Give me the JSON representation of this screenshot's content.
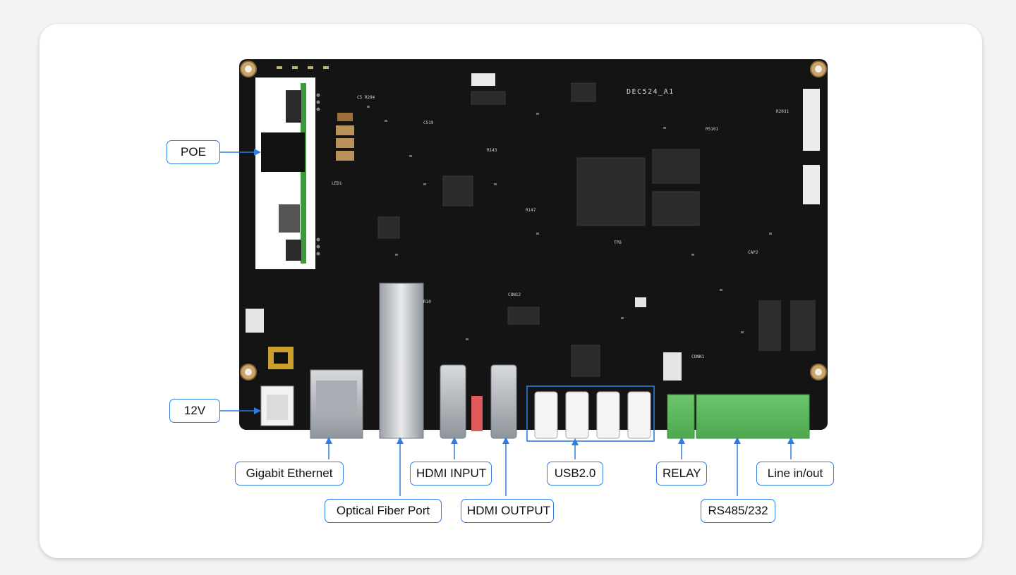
{
  "board": {
    "model": "DEC524_A1"
  },
  "labels": {
    "poe": "POE",
    "power_12v": "12V",
    "gigabit_ethernet": "Gigabit Ethernet",
    "optical_fiber_port": "Optical Fiber Port",
    "hdmi_input": "HDMI INPUT",
    "hdmi_output": "HDMI OUTPUT",
    "usb": "USB2.0",
    "relay": "RELAY",
    "rs485_232": "RS485/232",
    "line_in_out": "Line in/out"
  },
  "colors": {
    "accent": "#2a7de1",
    "pcb": "#141414",
    "terminal_green": "#5cb85c"
  }
}
